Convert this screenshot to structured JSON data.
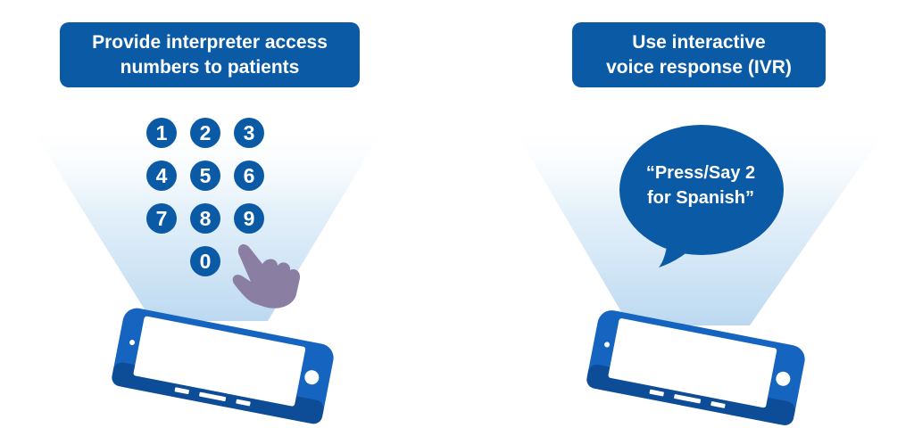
{
  "panels": [
    {
      "title_lines": [
        "Provide interpreter access",
        "numbers to patients"
      ],
      "keypad": [
        "1",
        "2",
        "3",
        "4",
        "5",
        "6",
        "7",
        "8",
        "9",
        "0"
      ]
    },
    {
      "title_lines": [
        "Use interactive",
        "voice response (IVR)"
      ],
      "speech_lines": [
        "“Press/Say 2",
        "for Spanish”"
      ]
    }
  ],
  "colors": {
    "primary_blue": "#0b5aa6",
    "phone_blue": "#1565c0",
    "glow": "#bcd9f1",
    "hand": "#8a7ea3"
  },
  "icons": [
    "smartphone-icon",
    "pointing-hand-icon",
    "speech-bubble-icon"
  ]
}
